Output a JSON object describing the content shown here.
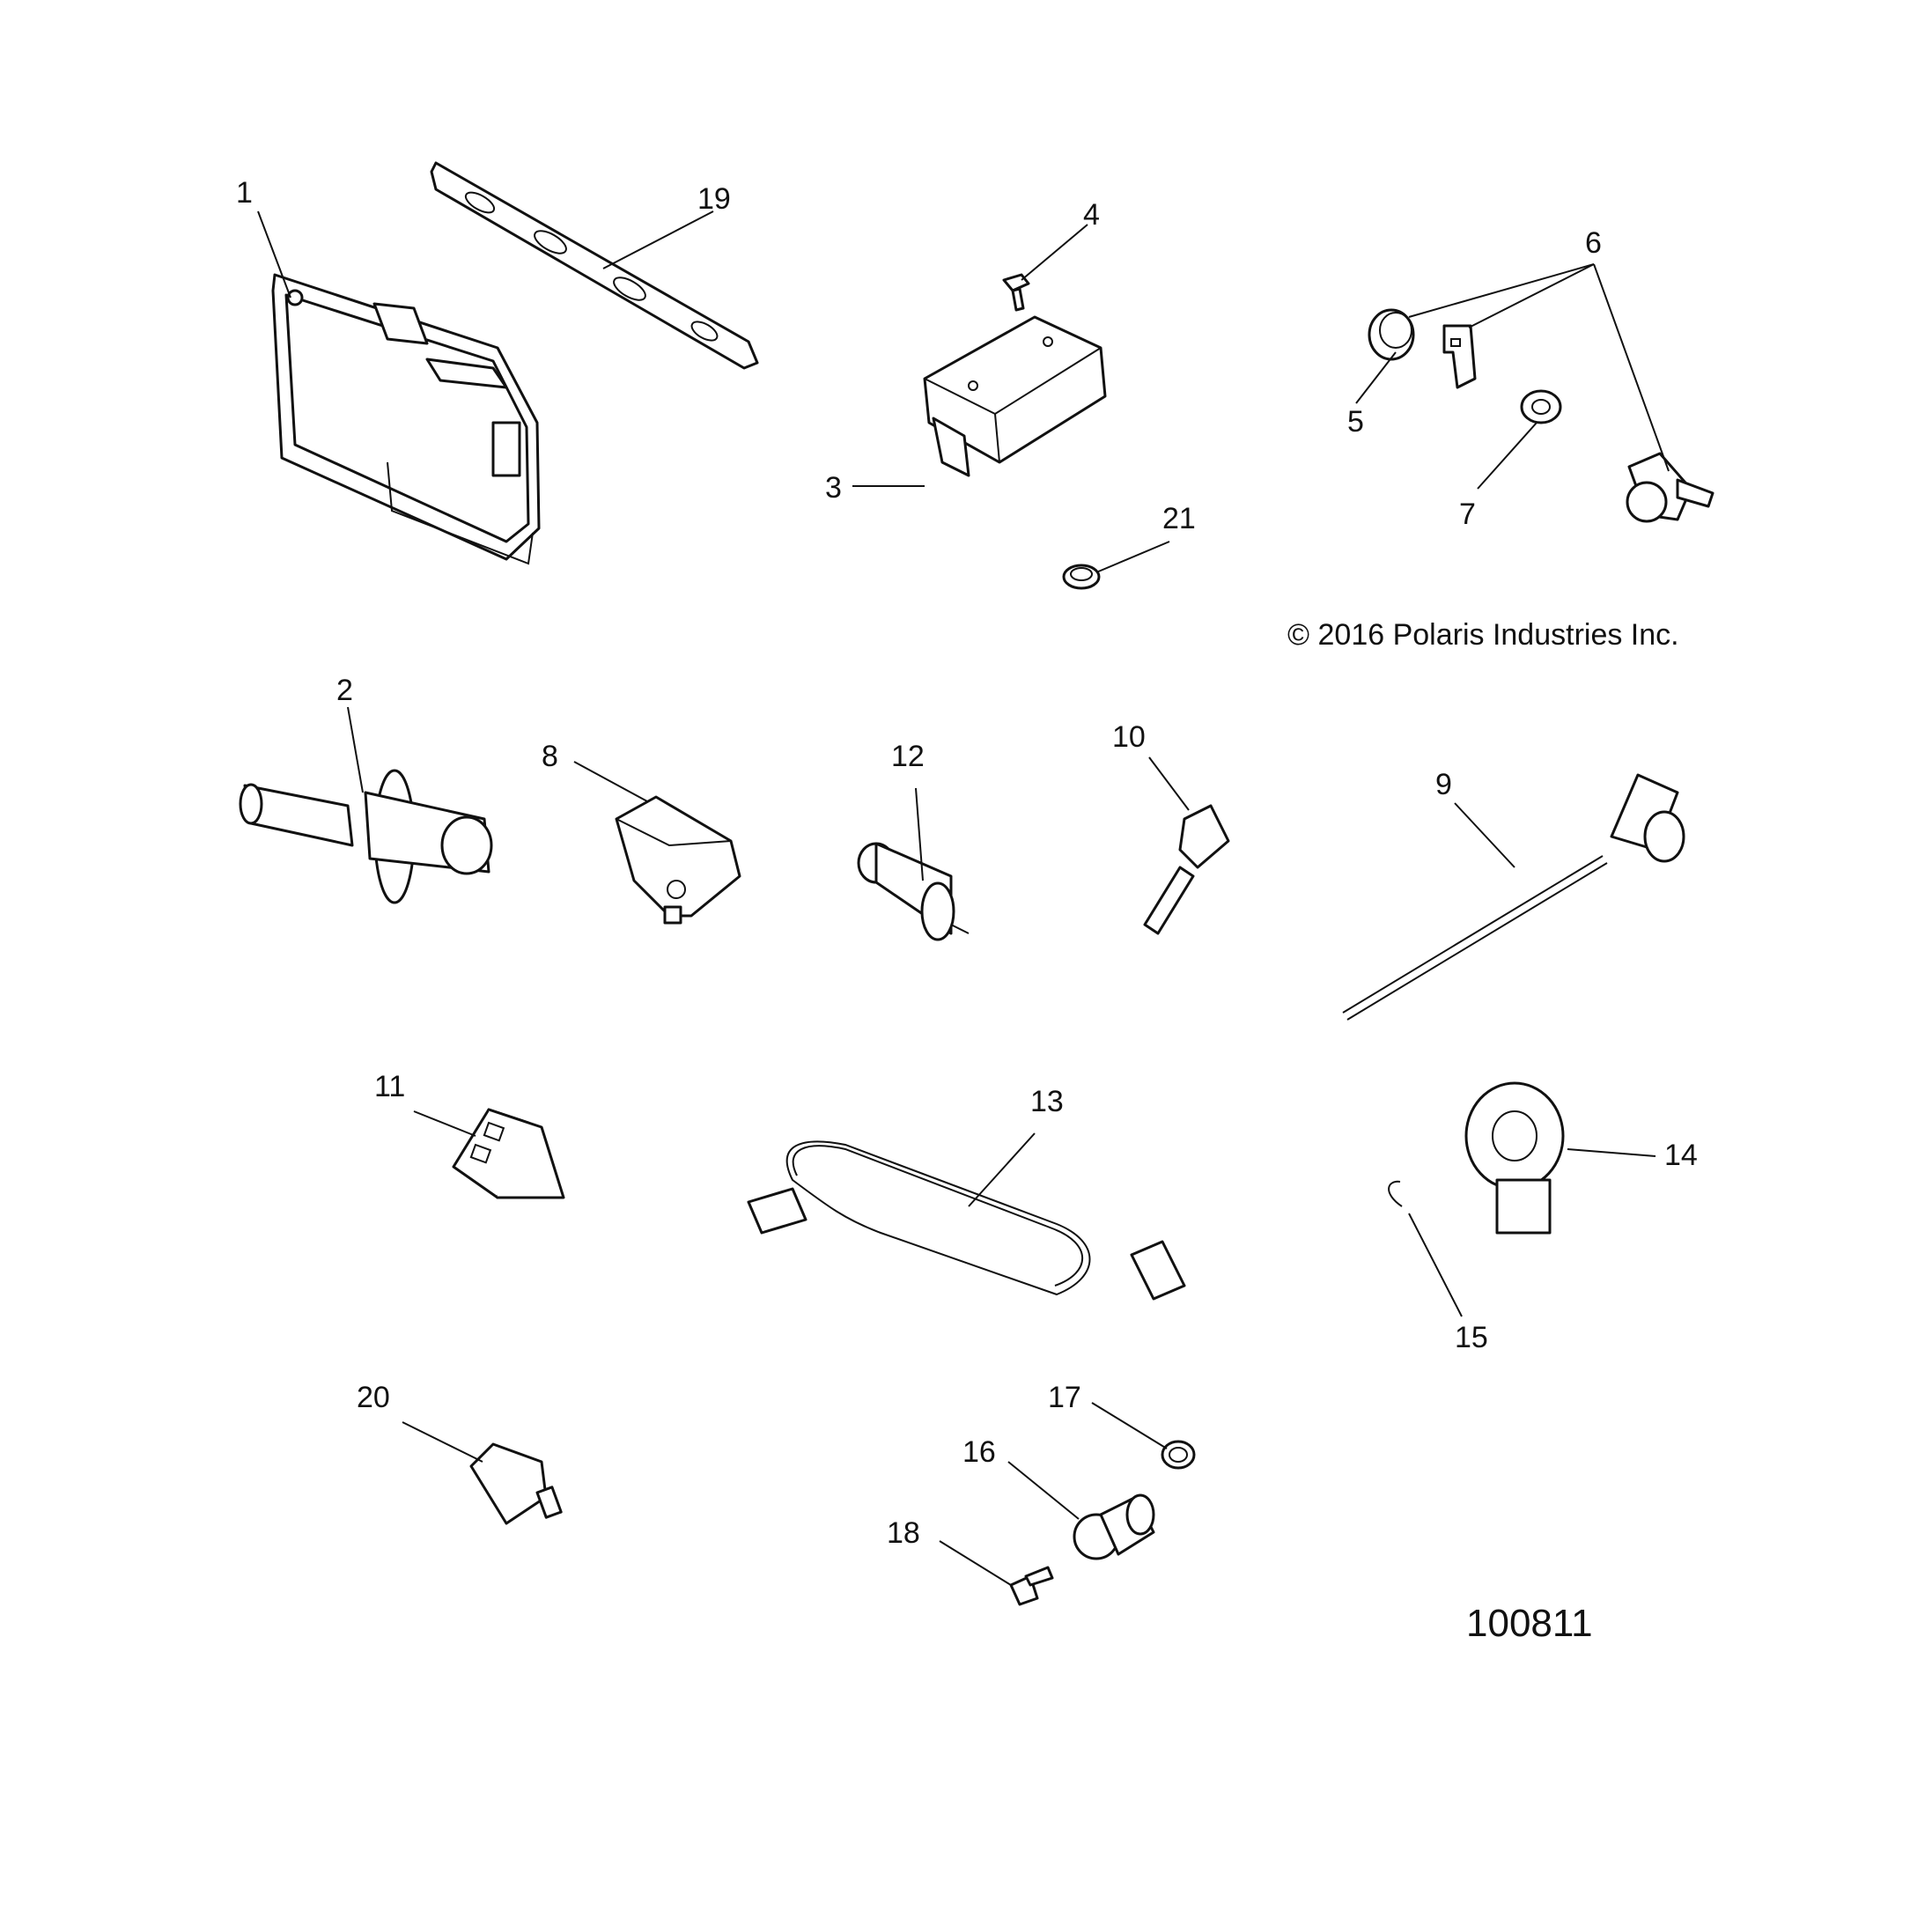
{
  "copyright": "© 2016 Polaris Industries Inc.",
  "drawing_number": "100811",
  "callouts": {
    "c1": "1",
    "c2": "2",
    "c3": "3",
    "c4": "4",
    "c5": "5",
    "c6": "6",
    "c7": "7",
    "c8": "8",
    "c9": "9",
    "c10": "10",
    "c11": "11",
    "c12": "12",
    "c13": "13",
    "c14": "14",
    "c15": "15",
    "c16": "16",
    "c17": "17",
    "c18": "18",
    "c19": "19",
    "c20": "20",
    "c21": "21"
  }
}
